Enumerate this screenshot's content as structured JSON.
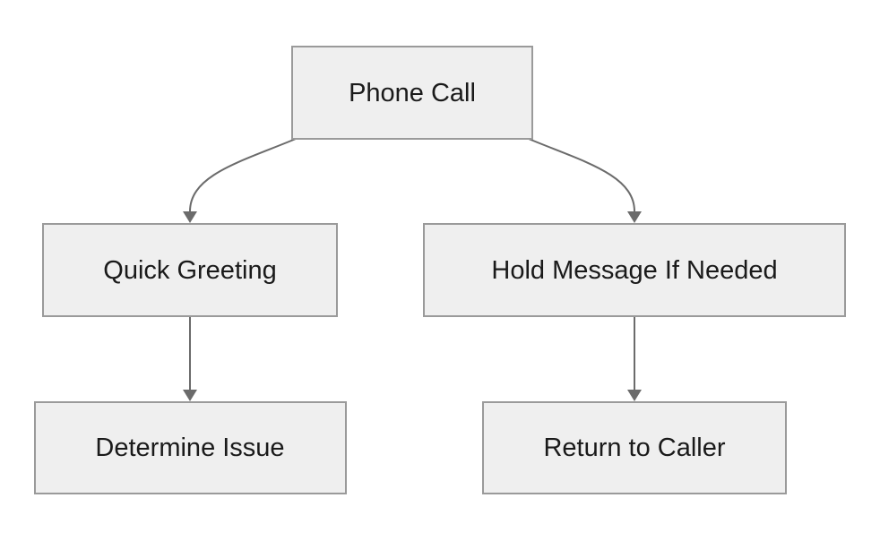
{
  "diagram": {
    "type": "flowchart",
    "nodes": [
      {
        "id": "phone_call",
        "label": "Phone Call"
      },
      {
        "id": "quick_greeting",
        "label": "Quick Greeting"
      },
      {
        "id": "hold_message",
        "label": "Hold Message If Needed"
      },
      {
        "id": "determine_issue",
        "label": "Determine Issue"
      },
      {
        "id": "return_to_caller",
        "label": "Return to Caller"
      }
    ],
    "edges": [
      {
        "from": "phone_call",
        "to": "quick_greeting"
      },
      {
        "from": "phone_call",
        "to": "hold_message"
      },
      {
        "from": "quick_greeting",
        "to": "determine_issue"
      },
      {
        "from": "hold_message",
        "to": "return_to_caller"
      }
    ],
    "colors": {
      "node_fill": "#efefef",
      "node_border": "#9a9a9a",
      "edge": "#6b6b6b",
      "text": "#1a1a1a"
    }
  }
}
